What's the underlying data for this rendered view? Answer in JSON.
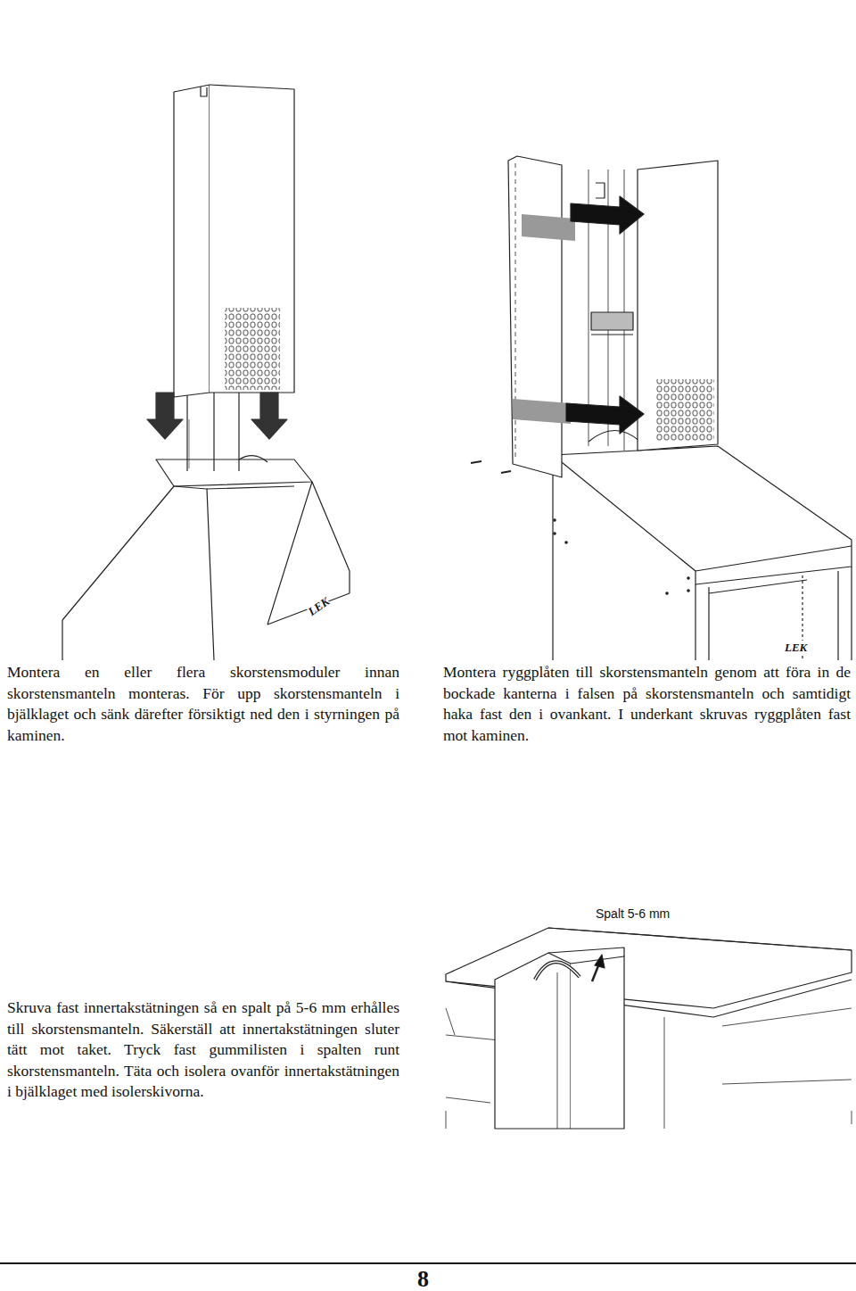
{
  "diagram": {
    "labels": [
      "LEK",
      "LEK",
      "Montera en eller flera skorstensmoduler innan skorstensmanteln monteras. För upp skorstensmanteln i bjälklaget och sänk därefter försiktigt ned den i styrningen på kaminen.",
      "Montera ryggplåten till skorstensmanteln genom att föra in de bockade kanterna i falsen på skorstensmanteln och samtidigt haka fast den i ovankant. I underkant skruvas ryggplåten fast mot kaminen.",
      "Spalt 5-6 mm",
      "Skruva fast innertakstätningen så en spalt på 5-6 mm erhålles till skorstensmanteln. Säkerställ att innertakstätningen sluter tätt mot taket. Tryck fast gummilisten i spalten runt skorstensmanteln. Täta och isolera ovanför innertakstätningen i bjälklaget med isolerskivorna.",
      "8"
    ]
  }
}
